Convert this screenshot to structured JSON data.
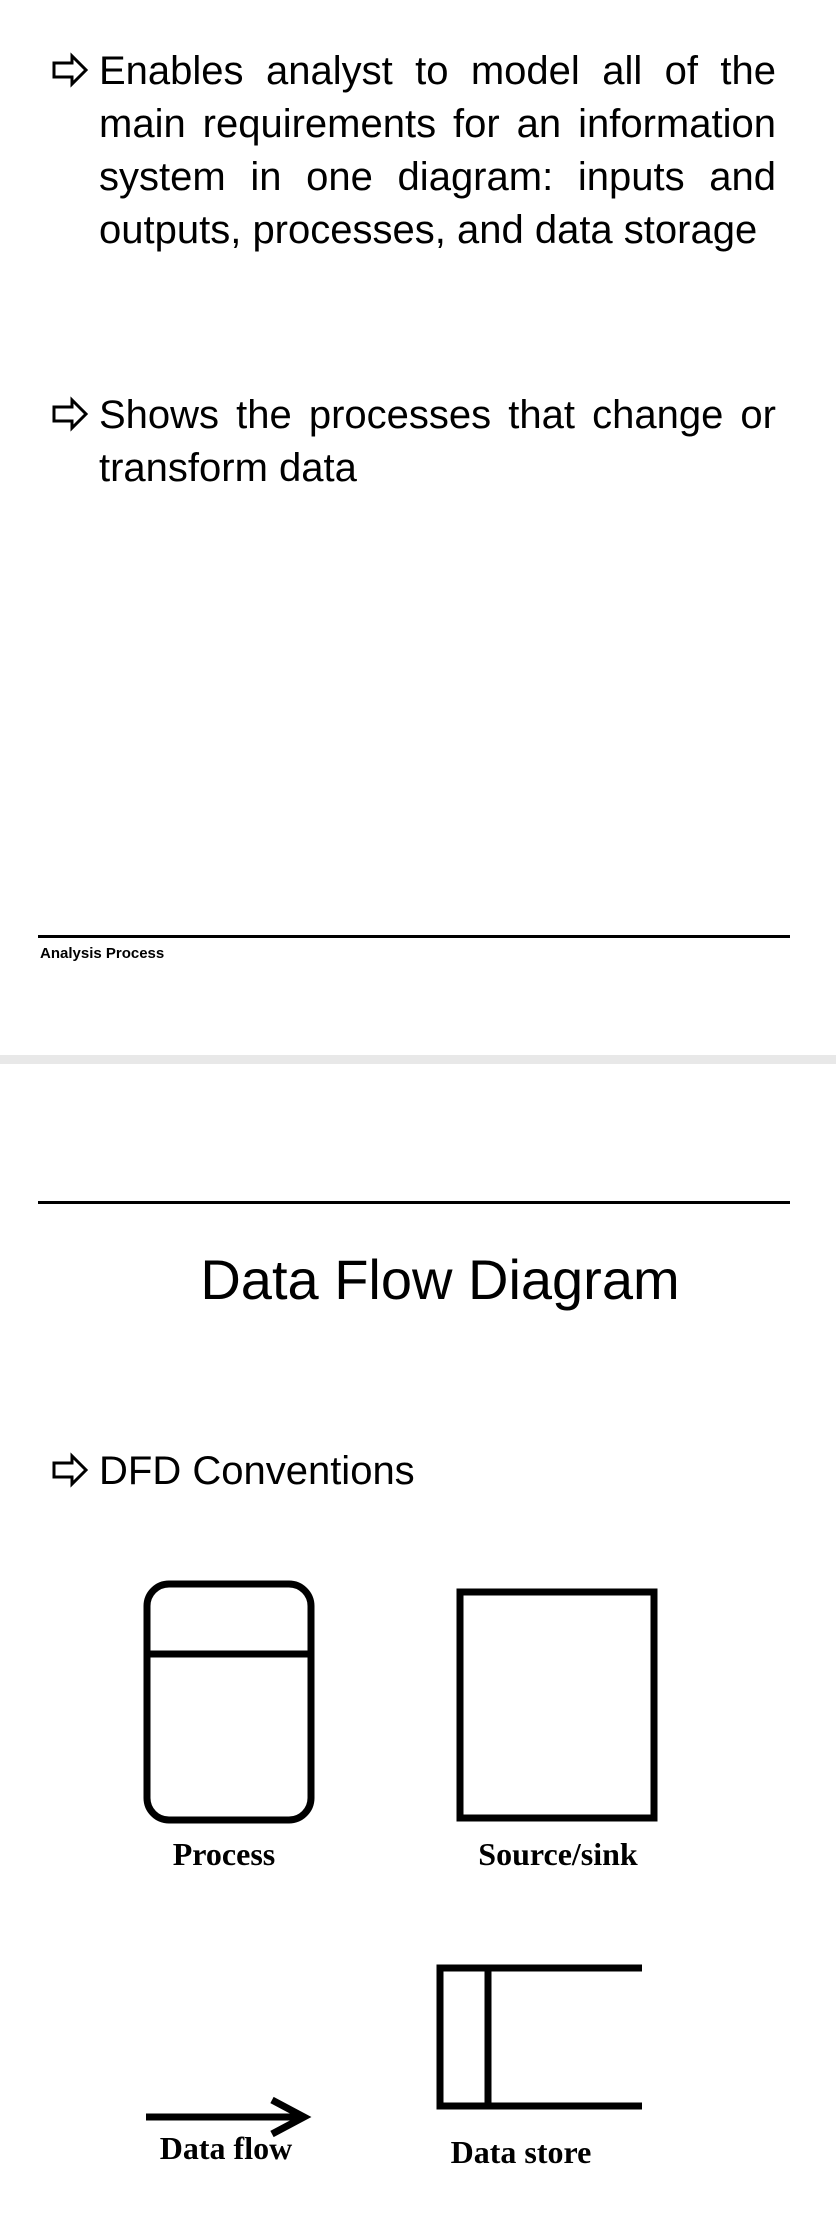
{
  "slide1": {
    "bullets": [
      "Enables analyst to model all of the main requirements for an information system in one diagram: inputs and outputs, processes, and data storage",
      "Shows the processes that change or transform data"
    ],
    "footer": "Analysis Process"
  },
  "slide2": {
    "title": "Data Flow Diagram",
    "bullet": "DFD Conventions",
    "symbols": {
      "process": "Process",
      "source_sink": "Source/sink",
      "data_flow": "Data flow",
      "data_store": "Data store"
    }
  },
  "icons": {
    "bullet": "hollow-right-arrow-icon"
  }
}
